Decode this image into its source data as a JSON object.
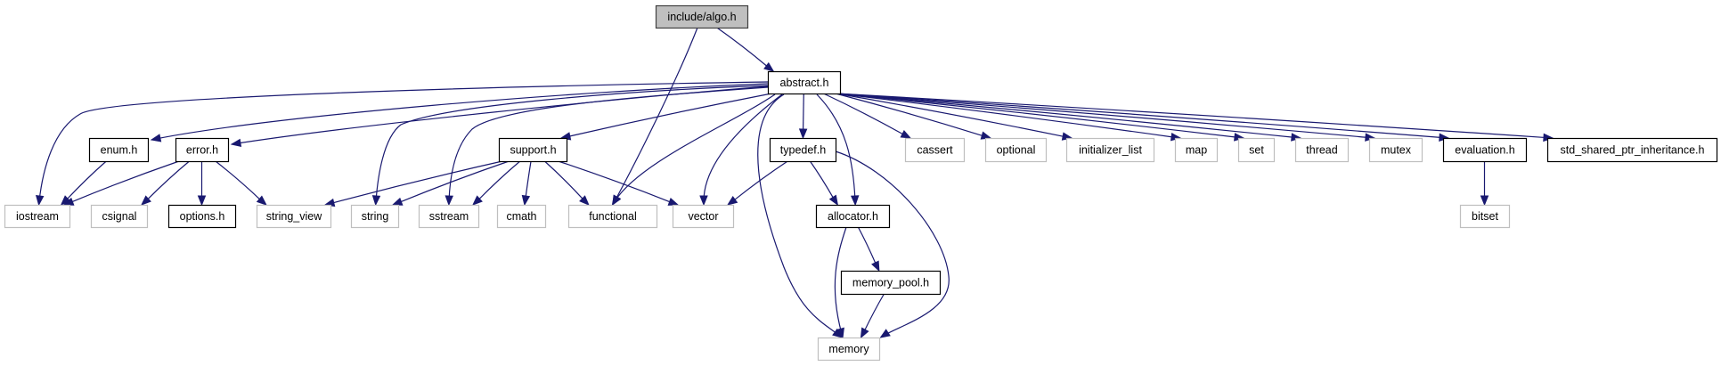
{
  "diagram": {
    "type": "include-dependency-graph",
    "edge_color": "#191970",
    "nodes": [
      {
        "id": "algo",
        "label": "include/algo.h",
        "kind": "root"
      },
      {
        "id": "abstract",
        "label": "abstract.h",
        "kind": "documented"
      },
      {
        "id": "enum",
        "label": "enum.h",
        "kind": "documented"
      },
      {
        "id": "error",
        "label": "error.h",
        "kind": "documented"
      },
      {
        "id": "support",
        "label": "support.h",
        "kind": "documented"
      },
      {
        "id": "typedef",
        "label": "typedef.h",
        "kind": "documented"
      },
      {
        "id": "cassert",
        "label": "cassert",
        "kind": "system"
      },
      {
        "id": "optional",
        "label": "optional",
        "kind": "system"
      },
      {
        "id": "initializer_list",
        "label": "initializer_list",
        "kind": "system"
      },
      {
        "id": "map",
        "label": "map",
        "kind": "system"
      },
      {
        "id": "set",
        "label": "set",
        "kind": "system"
      },
      {
        "id": "thread",
        "label": "thread",
        "kind": "system"
      },
      {
        "id": "mutex",
        "label": "mutex",
        "kind": "system"
      },
      {
        "id": "evaluation",
        "label": "evaluation.h",
        "kind": "documented"
      },
      {
        "id": "std_shared",
        "label": "std_shared_ptr_inheritance.h",
        "kind": "documented"
      },
      {
        "id": "iostream",
        "label": "iostream",
        "kind": "system"
      },
      {
        "id": "csignal",
        "label": "csignal",
        "kind": "system"
      },
      {
        "id": "options",
        "label": "options.h",
        "kind": "documented"
      },
      {
        "id": "string_view",
        "label": "string_view",
        "kind": "system"
      },
      {
        "id": "string",
        "label": "string",
        "kind": "system"
      },
      {
        "id": "sstream",
        "label": "sstream",
        "kind": "system"
      },
      {
        "id": "cmath",
        "label": "cmath",
        "kind": "system"
      },
      {
        "id": "functional",
        "label": "functional",
        "kind": "system"
      },
      {
        "id": "vector",
        "label": "vector",
        "kind": "system"
      },
      {
        "id": "allocator",
        "label": "allocator.h",
        "kind": "documented"
      },
      {
        "id": "bitset",
        "label": "bitset",
        "kind": "system"
      },
      {
        "id": "memory_pool",
        "label": "memory_pool.h",
        "kind": "documented"
      },
      {
        "id": "memory",
        "label": "memory",
        "kind": "system"
      }
    ],
    "edges": [
      {
        "from": "algo",
        "to": "abstract"
      },
      {
        "from": "algo",
        "to": "functional"
      },
      {
        "from": "abstract",
        "to": "iostream"
      },
      {
        "from": "abstract",
        "to": "enum"
      },
      {
        "from": "abstract",
        "to": "error"
      },
      {
        "from": "abstract",
        "to": "string"
      },
      {
        "from": "abstract",
        "to": "sstream"
      },
      {
        "from": "abstract",
        "to": "support"
      },
      {
        "from": "abstract",
        "to": "functional"
      },
      {
        "from": "abstract",
        "to": "vector"
      },
      {
        "from": "abstract",
        "to": "memory"
      },
      {
        "from": "abstract",
        "to": "typedef"
      },
      {
        "from": "abstract",
        "to": "allocator"
      },
      {
        "from": "abstract",
        "to": "cassert"
      },
      {
        "from": "abstract",
        "to": "optional"
      },
      {
        "from": "abstract",
        "to": "initializer_list"
      },
      {
        "from": "abstract",
        "to": "map"
      },
      {
        "from": "abstract",
        "to": "set"
      },
      {
        "from": "abstract",
        "to": "thread"
      },
      {
        "from": "abstract",
        "to": "mutex"
      },
      {
        "from": "abstract",
        "to": "evaluation"
      },
      {
        "from": "abstract",
        "to": "std_shared"
      },
      {
        "from": "enum",
        "to": "iostream"
      },
      {
        "from": "error",
        "to": "iostream"
      },
      {
        "from": "error",
        "to": "csignal"
      },
      {
        "from": "error",
        "to": "options"
      },
      {
        "from": "error",
        "to": "string_view"
      },
      {
        "from": "support",
        "to": "string_view"
      },
      {
        "from": "support",
        "to": "string"
      },
      {
        "from": "support",
        "to": "sstream"
      },
      {
        "from": "support",
        "to": "cmath"
      },
      {
        "from": "support",
        "to": "functional"
      },
      {
        "from": "support",
        "to": "vector"
      },
      {
        "from": "typedef",
        "to": "vector"
      },
      {
        "from": "typedef",
        "to": "allocator"
      },
      {
        "from": "typedef",
        "to": "memory"
      },
      {
        "from": "allocator",
        "to": "memory_pool"
      },
      {
        "from": "allocator",
        "to": "memory"
      },
      {
        "from": "memory_pool",
        "to": "memory"
      },
      {
        "from": "evaluation",
        "to": "bitset"
      }
    ]
  }
}
